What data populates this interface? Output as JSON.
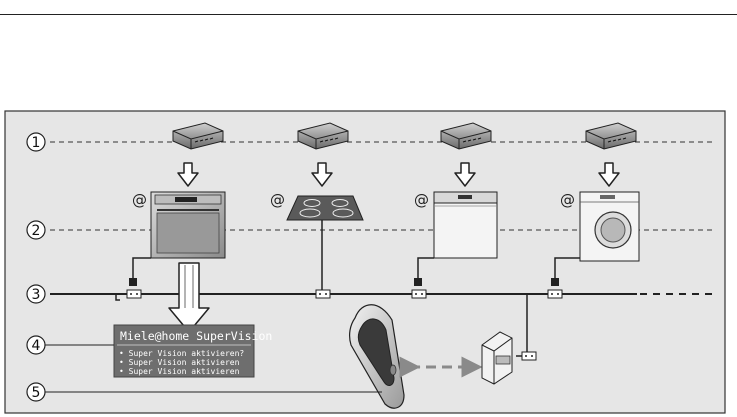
{
  "callouts": [
    "1",
    "2",
    "3",
    "4",
    "5"
  ],
  "at_symbol": "@",
  "supervision_screen": {
    "title": "Miele@home SuperVision",
    "items": [
      "• Super Vision aktivieren?",
      "• Super Vision aktivieren",
      "• Super Vision aktivieren"
    ]
  },
  "colors": {
    "panel_background": "#e6e6e6",
    "frame": "#333333",
    "screen_background": "#6e6e6e"
  }
}
